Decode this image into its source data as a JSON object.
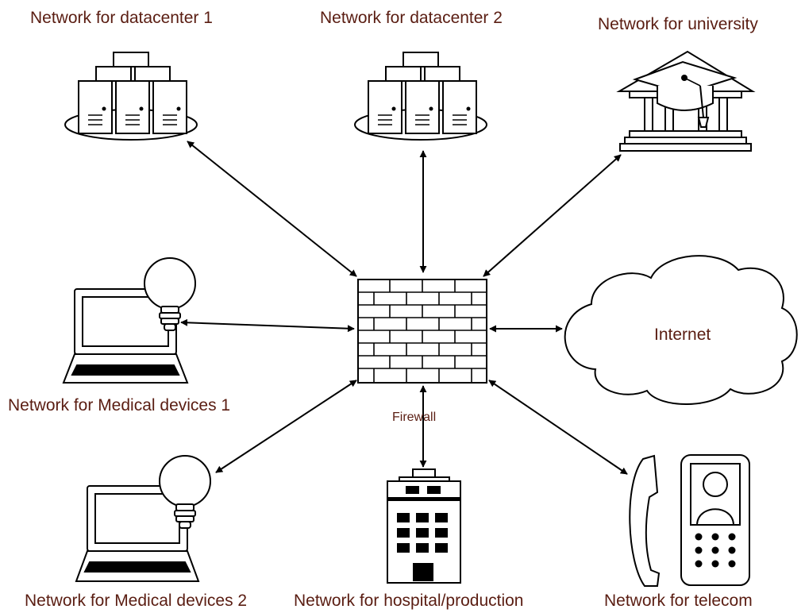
{
  "diagram": {
    "center": {
      "label": "Firewall"
    },
    "nodes": [
      {
        "id": "datacenter1",
        "label": "Network for datacenter 1",
        "icon": "server-cluster-icon"
      },
      {
        "id": "datacenter2",
        "label": "Network for datacenter 2",
        "icon": "server-cluster-icon"
      },
      {
        "id": "university",
        "label": "Network for university",
        "icon": "university-building-icon"
      },
      {
        "id": "medical1",
        "label": "Network for Medical devices 1",
        "icon": "laptop-lightbulb-icon"
      },
      {
        "id": "internet",
        "label": "Internet",
        "icon": "cloud-icon"
      },
      {
        "id": "medical2",
        "label": "Network for Medical devices 2",
        "icon": "laptop-lightbulb-icon"
      },
      {
        "id": "hospital",
        "label": "Network for hospital/production",
        "icon": "hospital-building-icon"
      },
      {
        "id": "telecom",
        "label": "Network for telecom",
        "icon": "telephone-icon"
      }
    ],
    "edges": [
      {
        "from": "firewall",
        "to": "datacenter1",
        "direction": "bidirectional"
      },
      {
        "from": "firewall",
        "to": "datacenter2",
        "direction": "bidirectional"
      },
      {
        "from": "firewall",
        "to": "university",
        "direction": "bidirectional"
      },
      {
        "from": "firewall",
        "to": "medical1",
        "direction": "bidirectional"
      },
      {
        "from": "firewall",
        "to": "internet",
        "direction": "bidirectional"
      },
      {
        "from": "firewall",
        "to": "medical2",
        "direction": "bidirectional"
      },
      {
        "from": "firewall",
        "to": "hospital",
        "direction": "bidirectional"
      },
      {
        "from": "firewall",
        "to": "telecom",
        "direction": "bidirectional"
      }
    ],
    "colors": {
      "label": "#5a1d12",
      "stroke": "#000000"
    }
  }
}
